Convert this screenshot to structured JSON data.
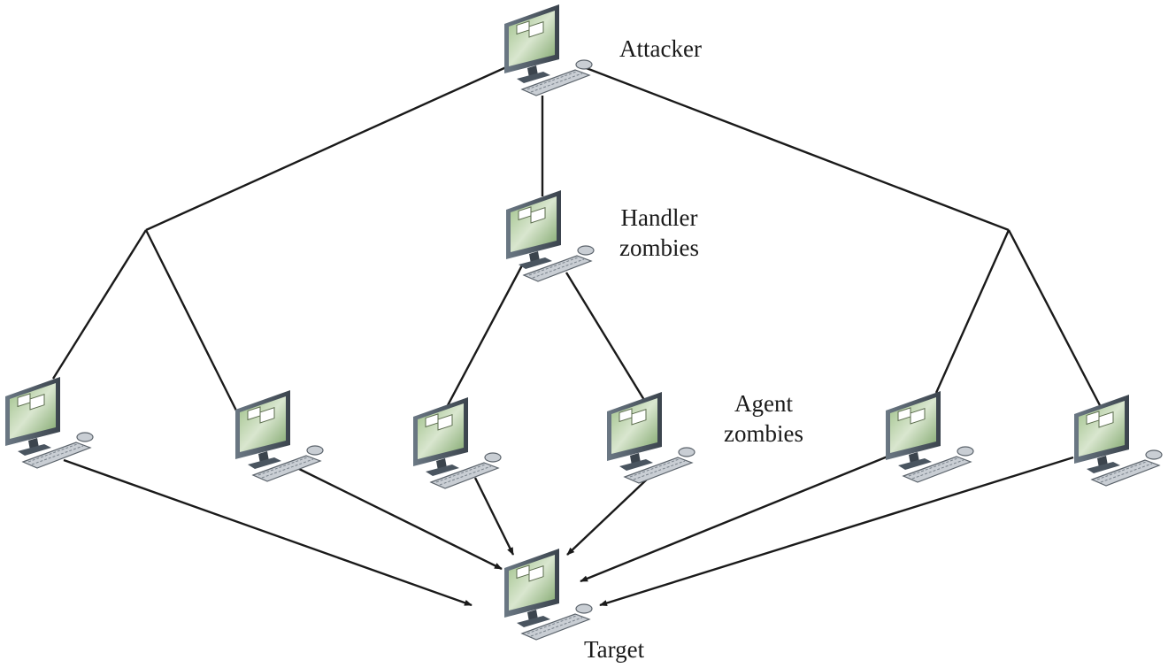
{
  "labels": {
    "attacker": "Attacker",
    "handler_line1": "Handler",
    "handler_line2": "zombies",
    "agent_line1": "Agent",
    "agent_line2": "zombies",
    "target": "Target"
  },
  "nodes": [
    {
      "id": "attacker",
      "role": "attacker"
    },
    {
      "id": "handler-center",
      "role": "handler"
    },
    {
      "id": "agent-1",
      "role": "agent"
    },
    {
      "id": "agent-2",
      "role": "agent"
    },
    {
      "id": "agent-3",
      "role": "agent"
    },
    {
      "id": "agent-4",
      "role": "agent"
    },
    {
      "id": "agent-5",
      "role": "agent"
    },
    {
      "id": "agent-6",
      "role": "agent"
    },
    {
      "id": "target",
      "role": "target"
    }
  ],
  "colors": {
    "line": "#1a1a1a",
    "monitor_frame": "#4a5560",
    "screen_green": "#7ea56a",
    "keyboard": "#c9ced4"
  },
  "icons": [
    "computer-icon"
  ]
}
